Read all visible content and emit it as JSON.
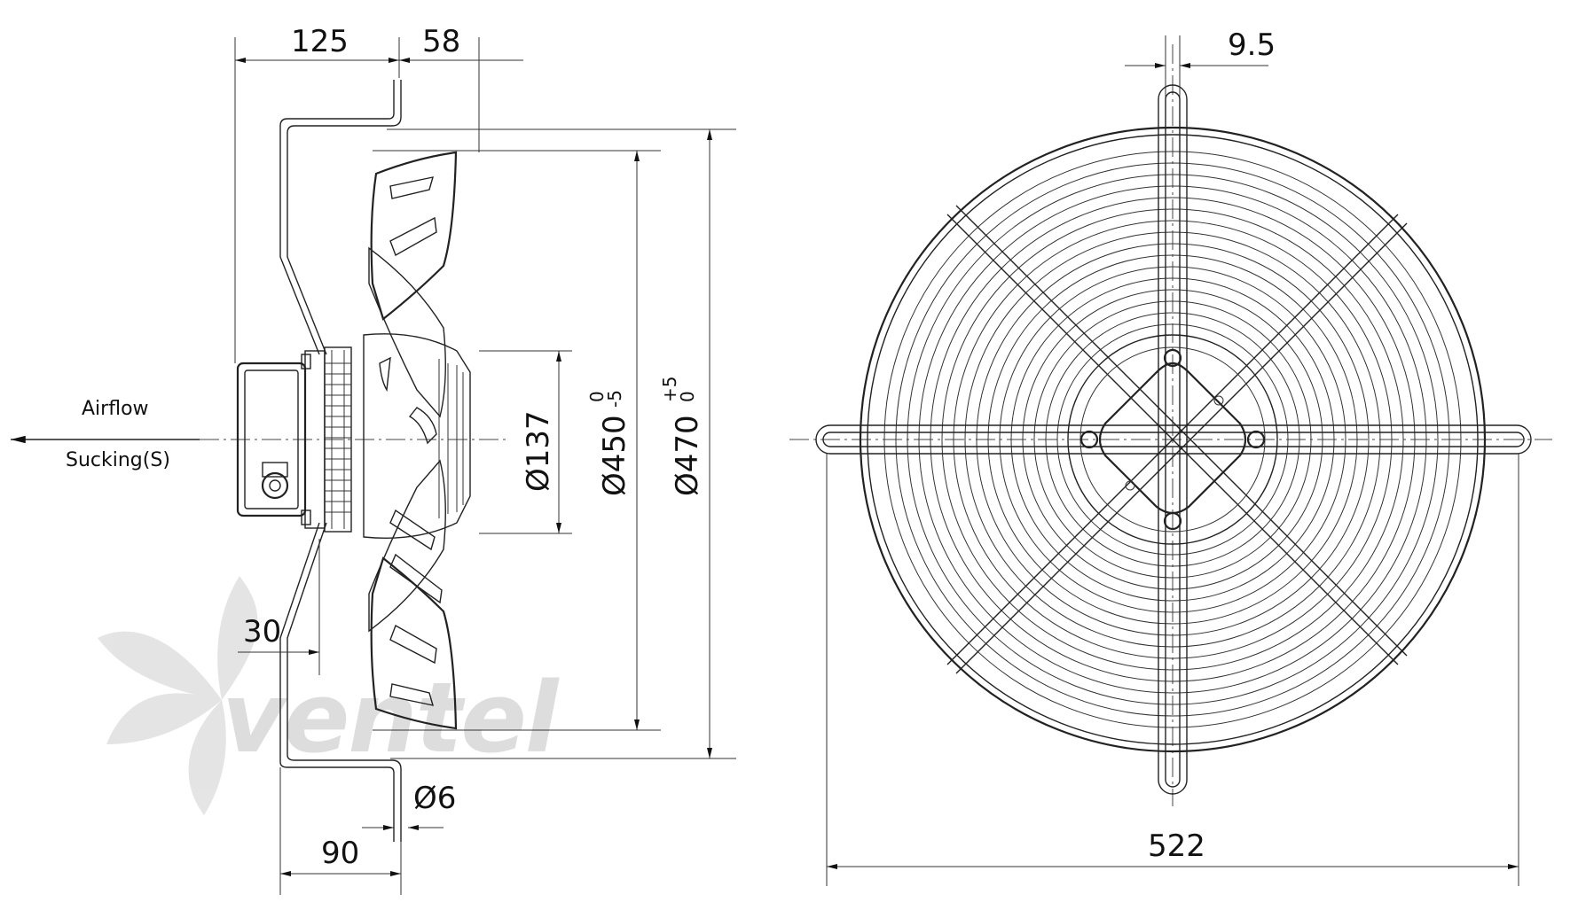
{
  "watermark": {
    "text": "ventel"
  },
  "side_view": {
    "airflow_label": "Airflow",
    "airflow_mode": "Sucking(S)",
    "dimensions": {
      "d125": "125",
      "d58": "58",
      "d30": "30",
      "d90": "90",
      "d6": "Ø6",
      "d137": "Ø137",
      "d450": "Ø450",
      "d450_tol_top": "0",
      "d450_tol_bottom": "-5",
      "d470": "Ø470",
      "d470_tol_top": "+5",
      "d470_tol_bottom": "0"
    }
  },
  "front_view": {
    "dimensions": {
      "d9_5": "9.5",
      "d522": "522"
    }
  },
  "colors": {
    "line": "#222222",
    "watermark_gray": "#d8d8d8",
    "watermark_blue": "#bfe0f3"
  }
}
